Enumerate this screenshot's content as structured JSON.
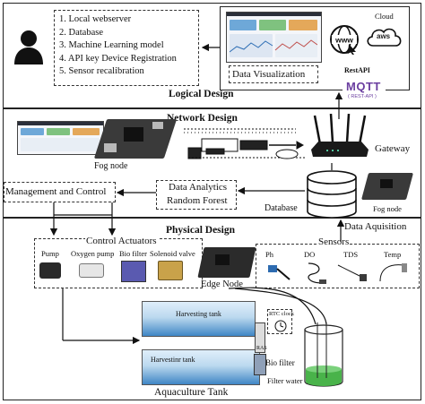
{
  "logical": {
    "title": "Logical Design",
    "functions": [
      "1. Local webserver",
      "2. Database",
      "3. Machine Learning model",
      "4. API key Device Registration",
      "5. Sensor recalibration"
    ],
    "data_visualization": "Data Visualization",
    "cloud": "Cloud",
    "aws": "aws",
    "rest_api": "RestAPI",
    "mqtt": "MQTT",
    "mqtt_sub": "( REST-API )"
  },
  "network": {
    "title": "Network Design",
    "fog_node": "Fog node",
    "gateway": "Gateway",
    "analytics_line1": "Data Analytics",
    "analytics_line2": "Random Forest",
    "management": "Management and Control",
    "database": "Database",
    "fog_node_2": "Fog node",
    "data_acquisition": "Data Aquisition"
  },
  "physical": {
    "title": "Physical Design",
    "control_actuators": "Control Actuators",
    "actuators": [
      "Pump",
      "Oxygen pump",
      "Bio filter",
      "Solenoid valve"
    ],
    "edge_node": "Edge Node",
    "sensors": "Sensors",
    "sensor_items": [
      "Ph",
      "DO",
      "TDS",
      "Temp"
    ],
    "harvesting_tank_top": "Harvesting tank",
    "harvesting_tank_bottom": "Harvestinr tank",
    "rtc_clock": "RTC clock",
    "ras": "RAS",
    "bio_filter": "Bio filter",
    "filter_water": "Filter water",
    "aquaculture_tank": "Aquaculture Tank"
  }
}
